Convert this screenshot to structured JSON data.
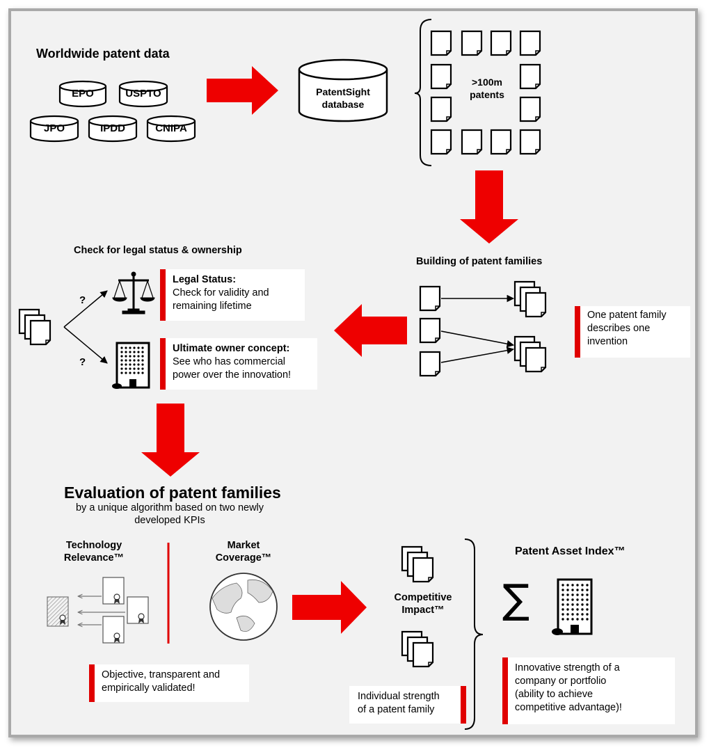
{
  "sources": {
    "title": "Worldwide patent data",
    "offices": [
      "EPO",
      "USPTO",
      "JPO",
      "IPDD",
      "CNIPA"
    ]
  },
  "database": {
    "line1": "PatentSight",
    "line2": "database"
  },
  "patents": {
    "line1": ">100m",
    "line2": "patents"
  },
  "families": {
    "title": "Building of patent families",
    "note": [
      "One patent family",
      "describes one",
      "invention"
    ]
  },
  "legal": {
    "title": "Check for legal status & ownership",
    "question": "?",
    "status_title": "Legal Status:",
    "status_text": [
      "Check for validity and",
      "remaining lifetime"
    ],
    "owner_title": "Ultimate owner concept:",
    "owner_text": [
      "See who has commercial",
      "power over the innovation!"
    ]
  },
  "evaluation": {
    "title": "Evaluation of patent families",
    "subtitle": [
      "by a unique algorithm based on two newly",
      "developed KPIs"
    ],
    "tech": [
      "Technology",
      "Relevance™"
    ],
    "market": [
      "Market",
      "Coverage™"
    ],
    "note": [
      "Objective, transparent and",
      "empirically validated!"
    ]
  },
  "impact": {
    "label": [
      "Competitive",
      "Impact™"
    ],
    "note": [
      "Individual strength",
      "of a patent family"
    ]
  },
  "pai": {
    "title": "Patent Asset Index™",
    "sigma": "∑",
    "note": [
      "Innovative strength of a",
      "company or portfolio",
      "(ability to achieve",
      "competitive advantage)!"
    ]
  },
  "colors": {
    "accent": "#e00000",
    "background": "#f2f2f2",
    "frame": "#a9a9a9"
  }
}
